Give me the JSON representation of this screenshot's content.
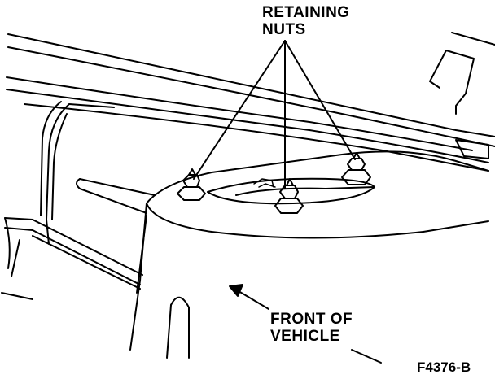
{
  "labels": {
    "retaining_nuts_line1": "RETAINING",
    "retaining_nuts_line2": "NUTS",
    "front_line1": "FRONT OF",
    "front_line2": "VEHICLE",
    "figure_code": "F4376-B"
  },
  "colors": {
    "ink": "#000000",
    "paper": "#ffffff"
  }
}
